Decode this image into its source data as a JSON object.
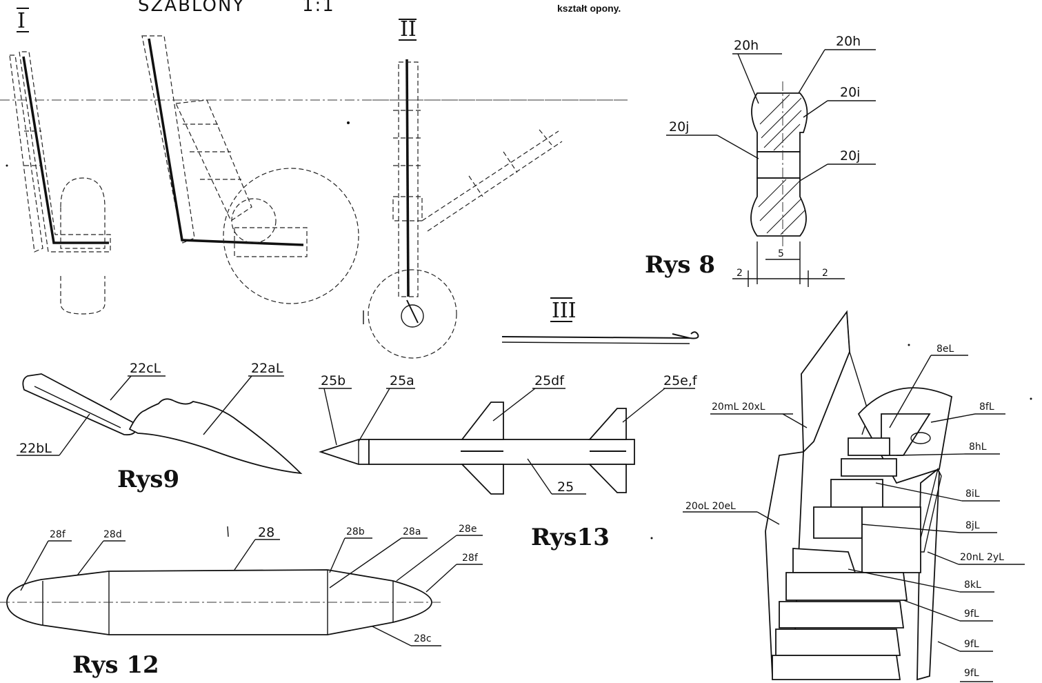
{
  "header": {
    "title": "SZABLONY",
    "scale": "1:1",
    "note": "kształt opony."
  },
  "roman_numerals": {
    "r1": "I",
    "r2": "II",
    "r3": "III"
  },
  "figures": {
    "rys8": "Rys 8",
    "rys9": "Rys9",
    "rys12": "Rys 12",
    "rys13": "Rys13"
  },
  "rys8_labels": {
    "a": "20h",
    "b": "20h",
    "c": "20i",
    "d": "20j",
    "e": "20j",
    "dim_5": "5",
    "dim_2a": "2",
    "dim_2b": "2"
  },
  "rys9_labels": {
    "a": "22cL",
    "b": "22aL",
    "c": "22bL"
  },
  "rys13_labels": {
    "a": "25b",
    "b": "25a",
    "c": "25df",
    "d": "25e,f",
    "e": "25"
  },
  "rys12_labels": {
    "a": "28f",
    "b": "28d",
    "c": "28",
    "d": "28b",
    "e": "28a",
    "f": "28e",
    "g": "28f",
    "h": "28c"
  },
  "cockpit_labels": {
    "a": "20mL 20xL",
    "b": "20oL 20eL",
    "c": "8eL",
    "d": "8fL",
    "e": "8hL",
    "f": "8iL",
    "g": "8jL",
    "h": "20nL 2yL",
    "i": "8kL",
    "j": "9fL",
    "k": "9fL",
    "l": "9fL"
  }
}
